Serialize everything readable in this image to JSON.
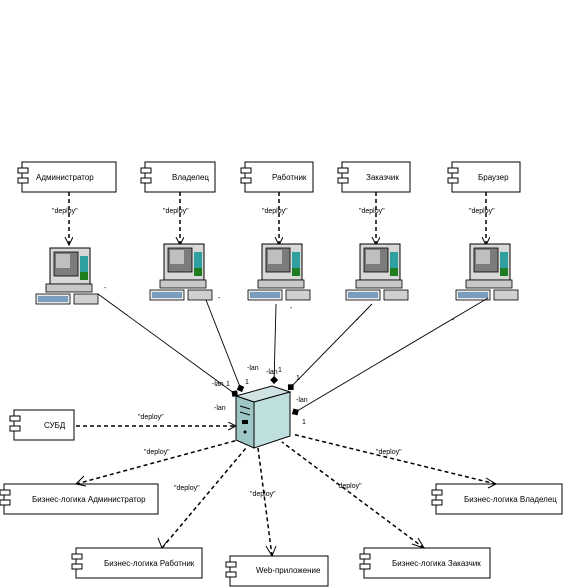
{
  "top_components": [
    {
      "id": "admin",
      "label": "Администратор"
    },
    {
      "id": "owner",
      "label": "Владелец"
    },
    {
      "id": "worker",
      "label": "Работник"
    },
    {
      "id": "client",
      "label": "Заказчик"
    },
    {
      "id": "browser",
      "label": "Браузер"
    }
  ],
  "left_component": {
    "label": "СУБД"
  },
  "bottom_components": [
    {
      "id": "bl_admin",
      "label": "Бизнес-логика Администратор"
    },
    {
      "id": "bl_owner",
      "label": "Бизнес-логика Владелец"
    },
    {
      "id": "bl_worker",
      "label": "Бизнес-логика Работник"
    },
    {
      "id": "web_app",
      "label": "Web-приложение"
    },
    {
      "id": "bl_client",
      "label": "Бизнес-логика Заказчик"
    }
  ],
  "deploy_label": "\"deploy\"",
  "top_deploy_labels": [
    "\"deploy\"",
    "\"deploy\"",
    "\"deploy\"",
    "\"deploy\"",
    "\"deploy\""
  ],
  "dbms_deploy_label": "\"deploy\"",
  "bottom_deploy_labels": [
    "\"deploy\"",
    "\"deploy\"",
    "\"deploy\"",
    "\"deploy\"",
    "\"deploy\""
  ],
  "association": {
    "client_mult": "-",
    "server_mult": "1",
    "server_role": "-lan"
  }
}
